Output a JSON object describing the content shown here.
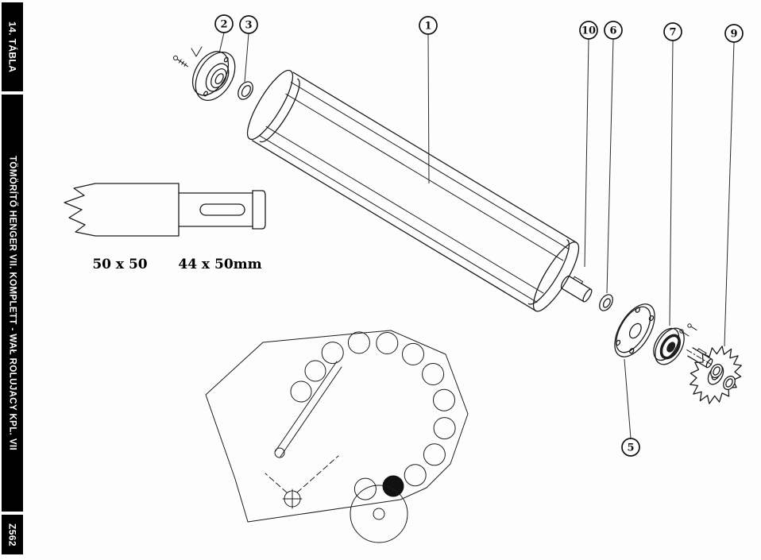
{
  "sidebar": {
    "bg_color": "#000000",
    "text_color": "#ffffff",
    "sections": [
      {
        "label": "14. TÁBLA"
      },
      {
        "label": "TÖMÖRÍTŐ HENGER VII. KOMPLETT - WAŁ ROLUJACY KPL. VII"
      },
      {
        "label": "Z562"
      }
    ]
  },
  "diagram": {
    "line_color": "#1c1c1c",
    "callouts": {
      "c1": "1",
      "c2": "2",
      "c3": "3",
      "c5": "5",
      "c6": "6",
      "c7": "7",
      "c9": "9",
      "c10": "10"
    },
    "dimensions": {
      "shaft_end_left": "50 x 50",
      "shaft_end_right": "44 x 50mm"
    }
  }
}
